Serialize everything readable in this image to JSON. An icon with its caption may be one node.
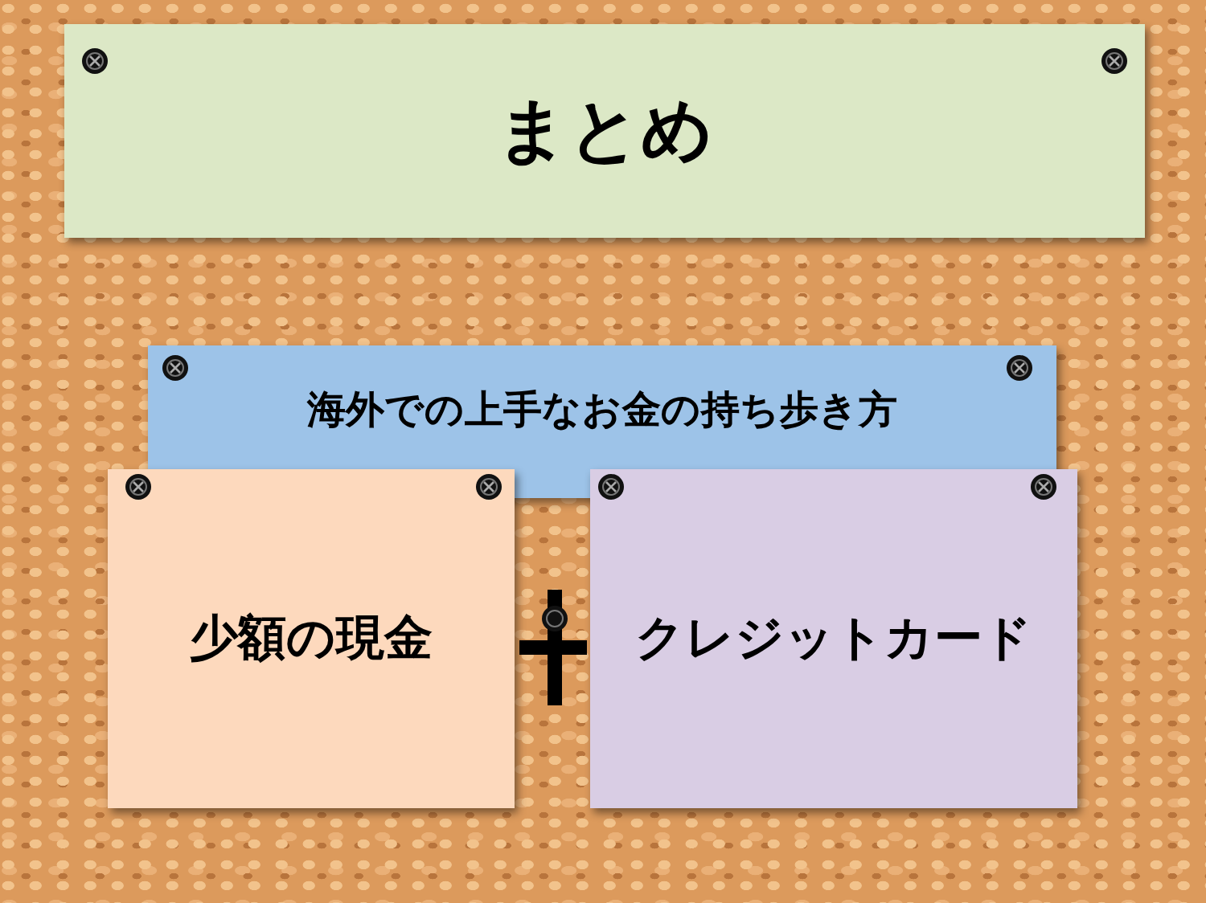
{
  "diagram": {
    "title": "まとめ",
    "nodes": [
      {
        "text": [
          "海外での上手なお金の持ち歩き方"
        ]
      },
      {
        "text": [
          "少額の現金"
        ]
      },
      {
        "text": [
          "クレジットカード"
        ]
      }
    ]
  }
}
